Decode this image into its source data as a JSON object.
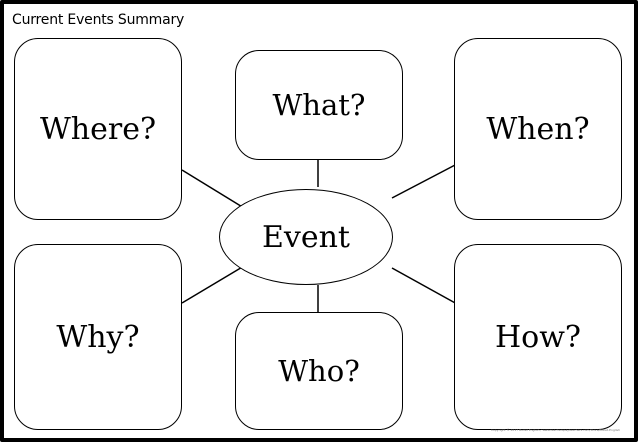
{
  "title": "Current Events Summary",
  "center": "Event",
  "boxes": {
    "where": "Where?",
    "what": "What?",
    "when": "When?",
    "why": "Why?",
    "who": "Who?",
    "how": "How?"
  },
  "copyright": "Copyright © 2017 Bullet English / www.teacherspayteachers.com/Store/Bullet-English"
}
